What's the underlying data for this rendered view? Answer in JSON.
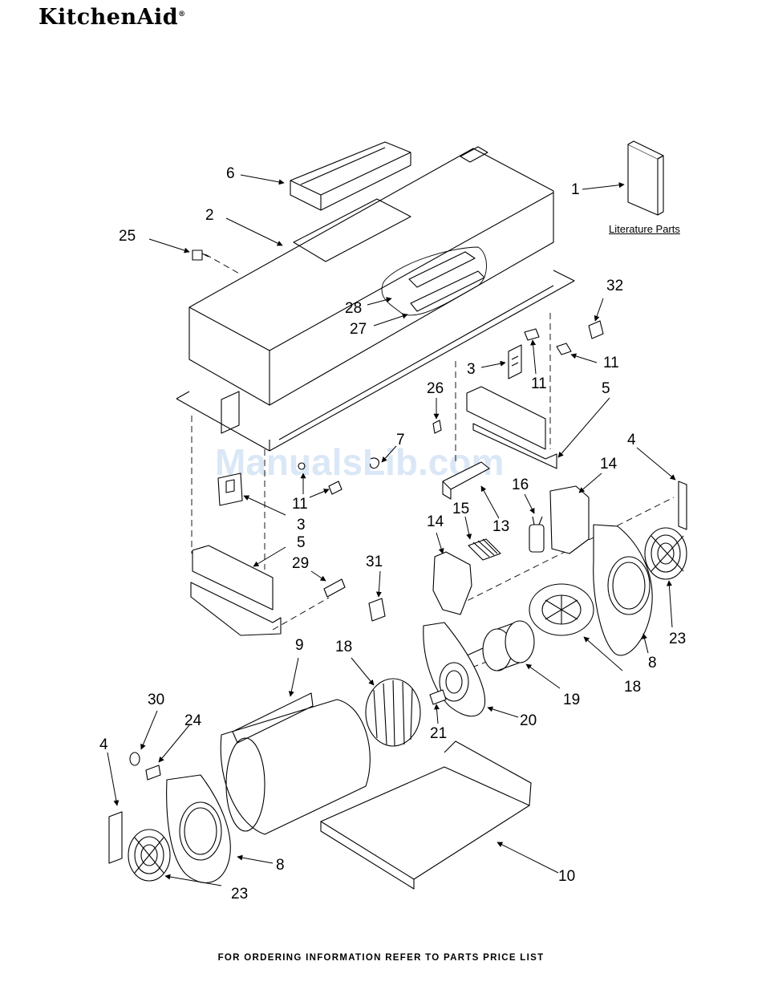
{
  "brand": "KitchenAid",
  "literature_label": "Literature Parts",
  "footer": "FOR ORDERING INFORMATION REFER TO PARTS PRICE LIST",
  "watermark": "ManualsLib.com",
  "callouts": [
    {
      "id": "c1",
      "text": "1"
    },
    {
      "id": "c2",
      "text": "2"
    },
    {
      "id": "c3a",
      "text": "3"
    },
    {
      "id": "c3b",
      "text": "3"
    },
    {
      "id": "c4a",
      "text": "4"
    },
    {
      "id": "c4b",
      "text": "4"
    },
    {
      "id": "c5a",
      "text": "5"
    },
    {
      "id": "c5b",
      "text": "5"
    },
    {
      "id": "c6",
      "text": "6"
    },
    {
      "id": "c7",
      "text": "7"
    },
    {
      "id": "c8a",
      "text": "8"
    },
    {
      "id": "c8b",
      "text": "8"
    },
    {
      "id": "c9",
      "text": "9"
    },
    {
      "id": "c10",
      "text": "10"
    },
    {
      "id": "c11a",
      "text": "11"
    },
    {
      "id": "c11b",
      "text": "11"
    },
    {
      "id": "c11c",
      "text": "11"
    },
    {
      "id": "c13",
      "text": "13"
    },
    {
      "id": "c14a",
      "text": "14"
    },
    {
      "id": "c14b",
      "text": "14"
    },
    {
      "id": "c15",
      "text": "15"
    },
    {
      "id": "c16",
      "text": "16"
    },
    {
      "id": "c18a",
      "text": "18"
    },
    {
      "id": "c18b",
      "text": "18"
    },
    {
      "id": "c19",
      "text": "19"
    },
    {
      "id": "c20",
      "text": "20"
    },
    {
      "id": "c21",
      "text": "21"
    },
    {
      "id": "c23a",
      "text": "23"
    },
    {
      "id": "c23b",
      "text": "23"
    },
    {
      "id": "c24",
      "text": "24"
    },
    {
      "id": "c25",
      "text": "25"
    },
    {
      "id": "c26",
      "text": "26"
    },
    {
      "id": "c27",
      "text": "27"
    },
    {
      "id": "c28",
      "text": "28"
    },
    {
      "id": "c29",
      "text": "29"
    },
    {
      "id": "c30",
      "text": "30"
    },
    {
      "id": "c31",
      "text": "31"
    },
    {
      "id": "c32",
      "text": "32"
    }
  ]
}
